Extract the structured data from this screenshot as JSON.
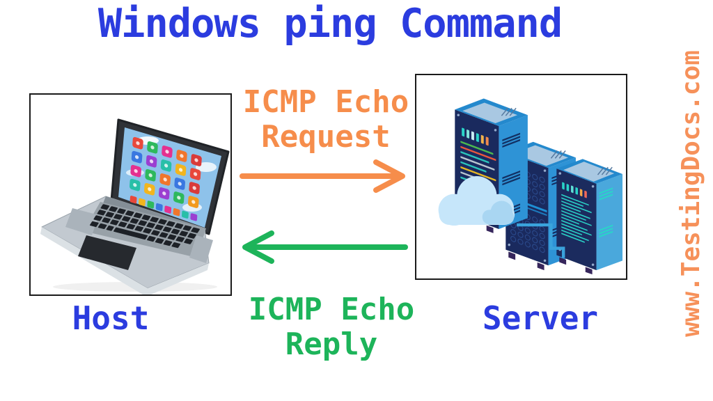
{
  "title": "Windows ping Command",
  "watermark": "www.TestingDocs.com",
  "diagram": {
    "host": {
      "label": "Host"
    },
    "server": {
      "label": "Server"
    },
    "request_flow": {
      "line1": "ICMP Echo",
      "line2": "Request",
      "direction": "host-to-server"
    },
    "reply_flow": {
      "line1": "ICMP Echo",
      "line2": "Reply",
      "direction": "server-to-host"
    }
  },
  "colors": {
    "heading_blue": "#2b3cdf",
    "request_orange": "#f68d4b",
    "reply_green": "#1db45a",
    "watermark_orange": "#f6915a",
    "server_front_navy": "#1a2a5e",
    "server_side_blue": "#2e93d6",
    "cloud_blue": "#c6e6fa",
    "link_line_blue": "#3aa3dc"
  }
}
